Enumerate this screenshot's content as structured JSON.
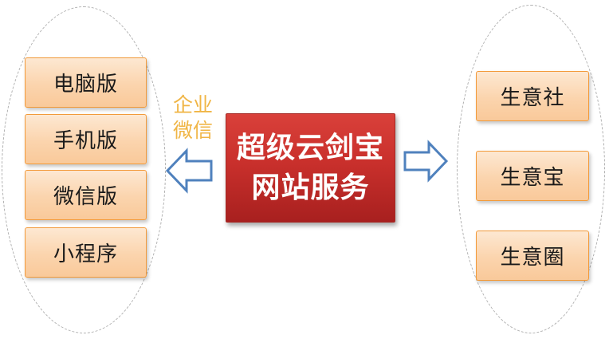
{
  "center": {
    "line1": "超级云剑宝",
    "line2": "网站服务"
  },
  "left_items": [
    "电脑版",
    "手机版",
    "微信版",
    "小程序"
  ],
  "right_items": [
    "生意社",
    "生意宝",
    "生意圈"
  ],
  "side_label": {
    "line1": "企业",
    "line2": "微信"
  },
  "colors": {
    "box_border": "#f29a3a",
    "box_fill": "#fbd4ad",
    "center_fill": "#c9302c",
    "arrow_stroke": "#4f81bd",
    "label_color": "#f0b545",
    "ellipse_border": "#b0b0b0"
  }
}
